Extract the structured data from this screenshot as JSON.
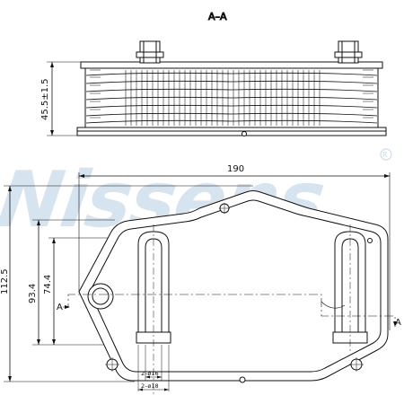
{
  "section_label": "A–A",
  "section_height_dim": "45.5±1.5",
  "width_dim": "190",
  "height_dims": [
    "112.5",
    "93.4",
    "74.4"
  ],
  "section_marker": "A",
  "pipe_callouts": [
    "2–ø16",
    "2–ø18"
  ],
  "watermark": {
    "text": "Nissens",
    "mark": "®",
    "color": "#c9dcea"
  }
}
